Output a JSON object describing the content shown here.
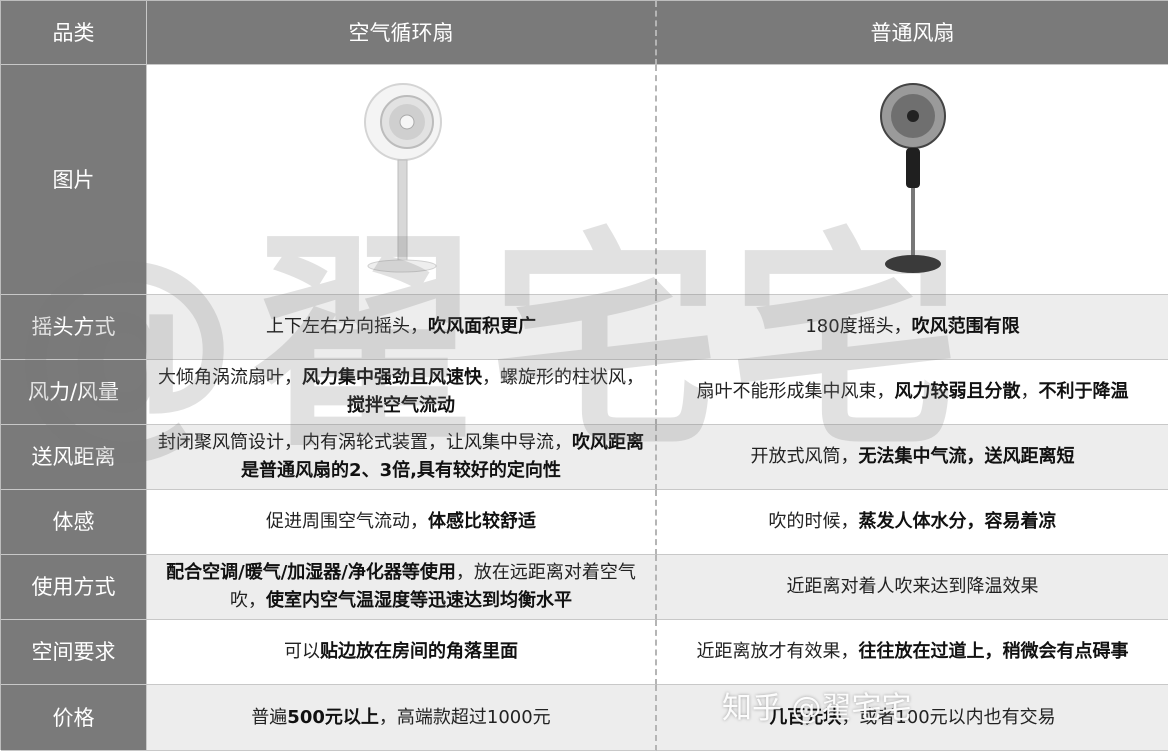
{
  "header": {
    "category": "品类",
    "col1": "空气循环扇",
    "col2": "普通风扇"
  },
  "rows": [
    {
      "label": "图片"
    },
    {
      "label": "摇头方式",
      "c1": [
        [
          "上下左右方向摇头，",
          false
        ],
        [
          "吹风面积更广",
          true
        ]
      ],
      "c2": [
        [
          "180度摇头，",
          false
        ],
        [
          "吹风范围有限",
          true
        ]
      ]
    },
    {
      "label": "风力/风量",
      "c1": [
        [
          "大倾角涡流扇叶，",
          false
        ],
        [
          "风力集中强劲且风速快",
          true
        ],
        [
          "，螺旋形的柱状风，",
          false
        ],
        [
          "搅拌空气流动",
          true
        ]
      ],
      "c2": [
        [
          "扇叶不能形成集中风束，",
          false
        ],
        [
          "风力较弱且分散",
          true
        ],
        [
          "，",
          false
        ],
        [
          "不利于降温",
          true
        ]
      ]
    },
    {
      "label": "送风距离",
      "c1": [
        [
          "封闭聚风筒设计，内有涡轮式装置，让风集中导流，",
          false
        ],
        [
          "吹风距离是普通风扇的2、3倍,具有较好的定向性",
          true
        ]
      ],
      "c2": [
        [
          "开放式风筒，",
          false
        ],
        [
          "无法集中气流，送风距离短",
          true
        ]
      ]
    },
    {
      "label": "体感",
      "c1": [
        [
          "促进周围空气流动，",
          false
        ],
        [
          "体感比较舒适",
          true
        ]
      ],
      "c2": [
        [
          "吹的时候，",
          false
        ],
        [
          "蒸发人体水分，容易着凉",
          true
        ]
      ]
    },
    {
      "label": "使用方式",
      "c1": [
        [
          "配合空调/暖气/加湿器/净化器等使用",
          true
        ],
        [
          "，放在远距离对着空气吹，",
          false
        ],
        [
          "使室内空气温湿度等迅速达到均衡水平",
          true
        ]
      ],
      "c2": [
        [
          "近距离对着人吹来达到降温效果",
          false
        ]
      ]
    },
    {
      "label": "空间要求",
      "c1": [
        [
          "可以",
          false
        ],
        [
          "贴边放在房间的角落里面",
          true
        ]
      ],
      "c2": [
        [
          "近距离放才有效果，",
          false
        ],
        [
          "往往放在过道上，稍微会有点碍事",
          true
        ]
      ]
    },
    {
      "label": "价格",
      "c1": [
        [
          "普遍",
          false
        ],
        [
          "500元以上",
          true
        ],
        [
          "，高端款超过1000元",
          false
        ]
      ],
      "c2": [
        [
          "几百元块",
          true
        ],
        [
          "，或者100元以内也有交易",
          false
        ]
      ]
    }
  ],
  "watermark": {
    "text": "@翟宅宅",
    "corner": "知乎 @翟宅宅"
  },
  "colors": {
    "header_bg": "#7a7a7a",
    "alt_row": "#ededed"
  }
}
